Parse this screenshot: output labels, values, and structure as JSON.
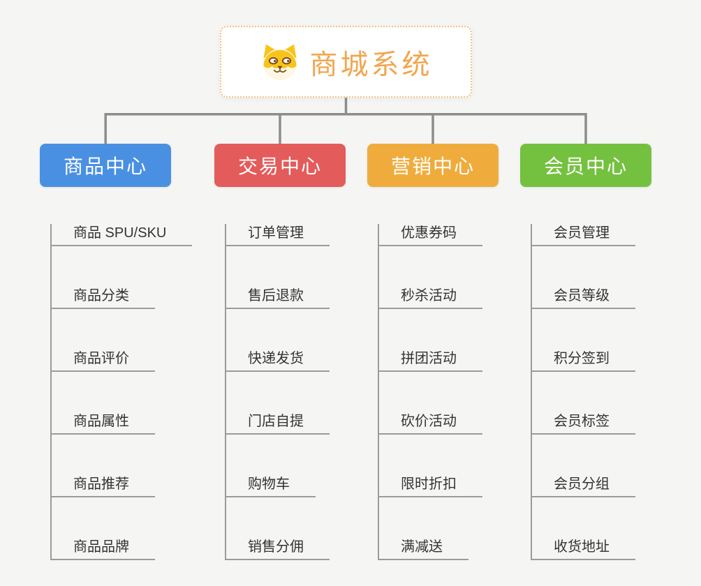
{
  "root": {
    "title": "商城系统",
    "icon": "shiba-dog-icon"
  },
  "branches": [
    {
      "label": "商品中心",
      "color": "#4A90E2",
      "children": [
        "商品 SPU/SKU",
        "商品分类",
        "商品评价",
        "商品属性",
        "商品推荐",
        "商品品牌"
      ]
    },
    {
      "label": "交易中心",
      "color": "#E45B5B",
      "children": [
        "订单管理",
        "售后退款",
        "快递发货",
        "门店自提",
        "购物车",
        "销售分佣"
      ]
    },
    {
      "label": "营销中心",
      "color": "#EFAC3D",
      "children": [
        "优惠券码",
        "秒杀活动",
        "拼团活动",
        "砍价活动",
        "限时折扣",
        "满减送"
      ]
    },
    {
      "label": "会员中心",
      "color": "#74C13F",
      "children": [
        "会员管理",
        "会员等级",
        "积分签到",
        "会员标签",
        "会员分组",
        "收货地址"
      ]
    }
  ],
  "palette": {
    "connector-color": "#8D8D8D",
    "leaf-line-color": "#9B9B9B",
    "root-accent": "#F1A64F",
    "root-border": "#F2C183",
    "page-background": "#F5F5F4",
    "leaf-text": "#333333",
    "header-text": "#FFFFFF"
  }
}
